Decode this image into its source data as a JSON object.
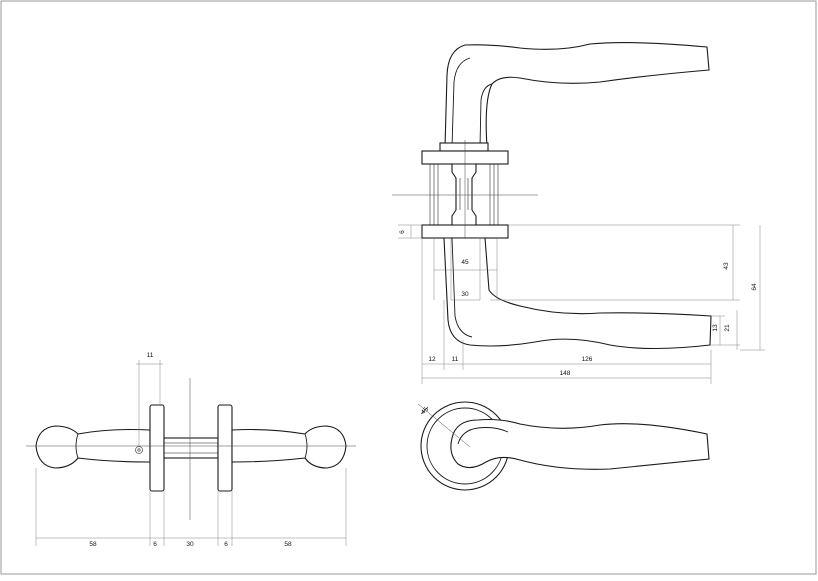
{
  "dimensions": {
    "top_view": {
      "rose_thickness": "6",
      "backplate_width": "45",
      "spindle_width": "30",
      "lever_height": "43",
      "overall_height": "64",
      "tip_thickness": "13",
      "tip_offset": "21",
      "rose_offset": "12",
      "neck_width": "11",
      "lever_length": "126",
      "overall_length": "148"
    },
    "side_view": {
      "knob_offset": "11",
      "left_lever": "58",
      "left_rose": "6",
      "door_thickness": "30",
      "right_rose": "6",
      "right_lever": "58"
    },
    "front_view": {
      "angle_marker": "45"
    }
  }
}
